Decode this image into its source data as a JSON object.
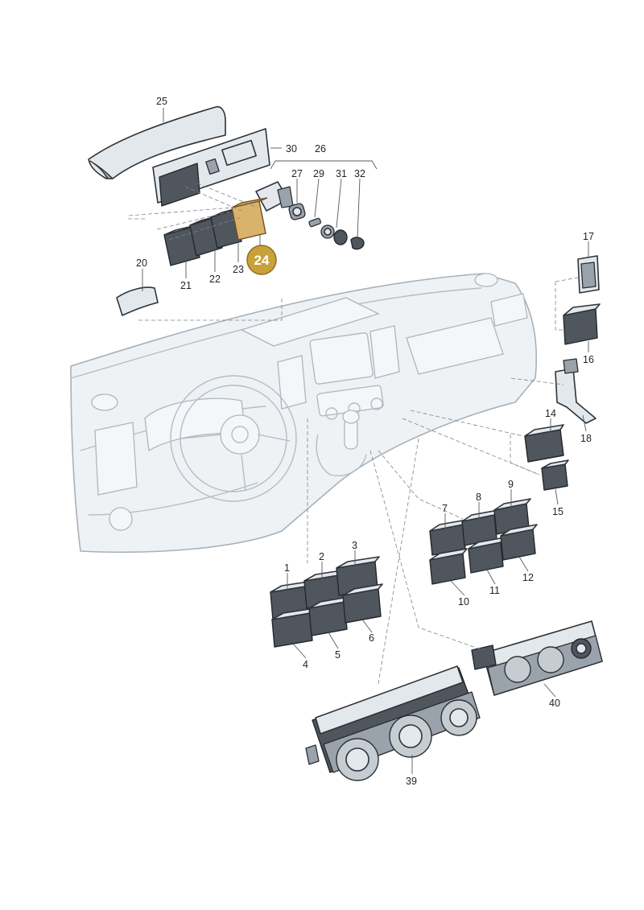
{
  "labels": [
    "1",
    "2",
    "3",
    "4",
    "5",
    "6",
    "7",
    "8",
    "9",
    "10",
    "11",
    "12",
    "14",
    "15",
    "16",
    "17",
    "18",
    "20",
    "21",
    "22",
    "23",
    "25",
    "26",
    "27",
    "29",
    "30",
    "31",
    "32",
    "39",
    "40"
  ],
  "highlight": {
    "label": "24",
    "color": "#c9a13a"
  }
}
